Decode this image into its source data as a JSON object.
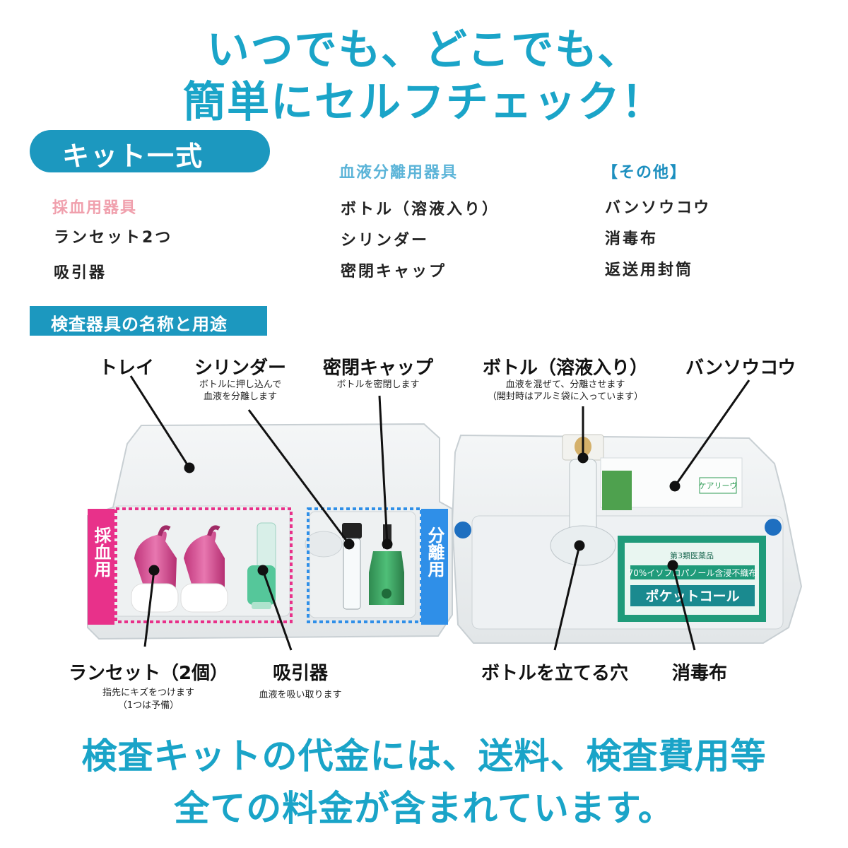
{
  "headline": {
    "line1": "いつでも、どこでも、",
    "line2": "簡単にセルフチェック！"
  },
  "kit": {
    "title": "キット一式",
    "categories": [
      {
        "name": "採血用器具",
        "color": "#f0a0ad",
        "items": [
          "ランセット2つ",
          "吸引器"
        ]
      },
      {
        "name": "血液分離用器具",
        "color": "#5bb4d8",
        "items": [
          "ボトル（溶液入り）",
          "シリンダー",
          "密閉キャップ"
        ]
      },
      {
        "name": "【その他】",
        "color": "#1c8fbf",
        "items": [
          "バンソウコウ",
          "消毒布",
          "返送用封筒"
        ]
      }
    ]
  },
  "section_title": "検査器具の名称と用途",
  "tags": {
    "blood_collection": "採血用",
    "separation": "分離用"
  },
  "parts": {
    "tray": {
      "name": "トレイ"
    },
    "cylinder": {
      "name": "シリンダー",
      "desc": [
        "ボトルに押し込んで",
        "血液を分離します"
      ]
    },
    "cap": {
      "name": "密閉キャップ",
      "desc": [
        "ボトルを密閉します"
      ]
    },
    "bottle": {
      "name": "ボトル（溶液入り）",
      "desc": [
        "血液を混ぜて、分離させます",
        "（開封時はアルミ袋に入っています）"
      ]
    },
    "bandage": {
      "name": "バンソウコウ"
    },
    "lancet": {
      "name": "ランセット（2個）",
      "desc": [
        "指先にキズをつけます",
        "（1つは予備）"
      ]
    },
    "suction": {
      "name": "吸引器",
      "desc": [
        "血液を吸い取ります"
      ]
    },
    "bottle_hole": {
      "name": "ボトルを立てる穴"
    },
    "wipe": {
      "name": "消毒布"
    }
  },
  "product_labels": {
    "wipe_pack_top": "第3類医薬品",
    "wipe_pack_line": "70%イソプロパノール含浸不織布",
    "wipe_pack_name": "ポケットコール",
    "bandage_name": "ケアリーヴ"
  },
  "footer": {
    "line1": "検査キットの代金には、送料、検査費用等",
    "line2": "全ての料金が含まれています。"
  },
  "colors": {
    "accent": "#1aa4c8",
    "pill": "#1c98bf",
    "pink_tag": "#e8318a",
    "blue_tag": "#2f8fe8"
  }
}
